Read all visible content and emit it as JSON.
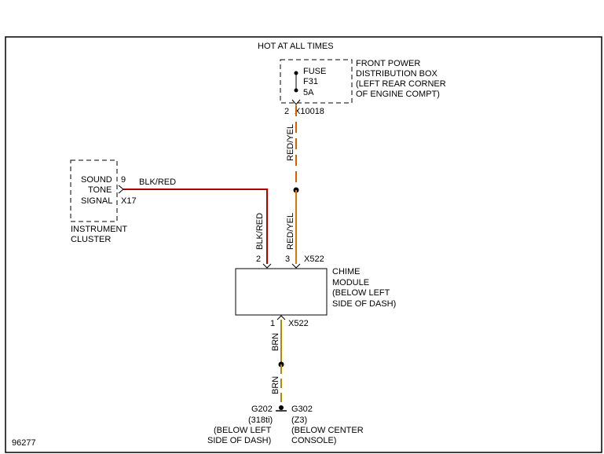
{
  "header": {
    "power_label": "HOT AT ALL TIMES"
  },
  "fuse_box": {
    "fuse_label": "FUSE",
    "fuse_id": "F31",
    "fuse_rating": "5A",
    "name_lines": [
      "FRONT POWER",
      "DISTRIBUTION BOX",
      "(LEFT REAR CORNER",
      "OF ENGINE COMPT)"
    ],
    "pin": "2",
    "connector": "X10018"
  },
  "instrument_cluster": {
    "signal_lines": [
      "SOUND",
      "TONE",
      "SIGNAL"
    ],
    "pin": "9",
    "connector": "X17",
    "name_lines": [
      "INSTRUMENT",
      "CLUSTER"
    ]
  },
  "wires": {
    "blk_red_h": "BLK/RED",
    "blk_red_v": "BLK/RED",
    "red_yel_upper": "RED/YEL",
    "red_yel_lower": "RED/YEL",
    "brn_upper": "BRN",
    "brn_lower": "BRN",
    "colors": {
      "blk_red": "#b00000",
      "red_yel": "#e07800",
      "brn": "#b08a00",
      "dashed": "#d06000"
    }
  },
  "chime_module": {
    "pin_blk_red": "2",
    "pin_red_yel": "3",
    "top_connector": "X522",
    "name_lines": [
      "CHIME",
      "MODULE",
      "(BELOW LEFT",
      "SIDE OF DASH)"
    ],
    "pin_brn": "1",
    "bottom_connector": "X522"
  },
  "grounds": {
    "left_lines": [
      "G202",
      "(318ti)",
      "(BELOW LEFT",
      "SIDE OF DASH)"
    ],
    "right_lines": [
      "G302",
      "(Z3)",
      "(BELOW CENTER",
      "CONSOLE)"
    ]
  },
  "footer": {
    "figure_number": "96277"
  }
}
